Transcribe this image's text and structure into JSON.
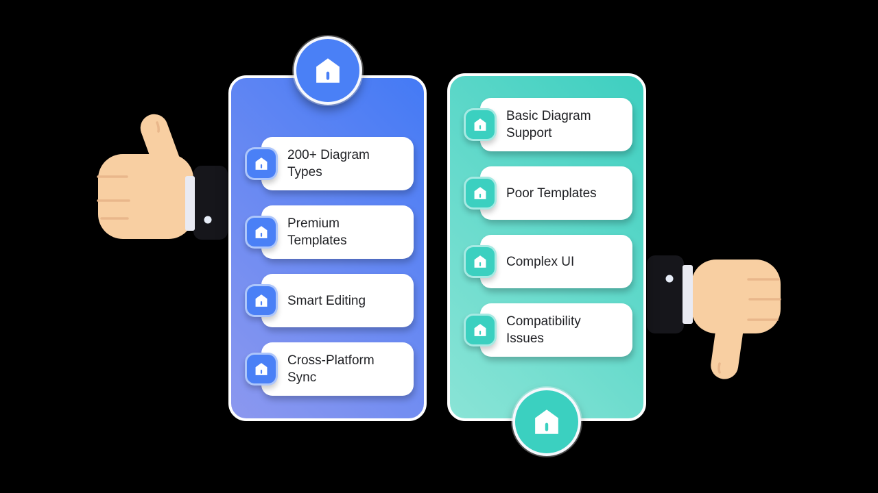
{
  "colors": {
    "background": "#000000",
    "blue_accent": "#4a80f6",
    "blue_gradient_start": "#447af5",
    "blue_gradient_end": "#8c98ef",
    "teal_accent": "#3bd0c0",
    "teal_gradient_start": "#3ecfc0",
    "teal_gradient_end": "#8ae4d6",
    "card_bg": "#ffffff",
    "text": "#1f2024",
    "skin": "#f8cfa2",
    "sleeve": "#16161b",
    "cuff": "#e9eaf2"
  },
  "illustrations": {
    "left": "thumbs-up",
    "right": "thumbs-down"
  },
  "left_panel": {
    "badge_icon": "home-icon",
    "badge_position": "top",
    "items": [
      {
        "icon": "home-icon",
        "label": "200+ Diagram Types"
      },
      {
        "icon": "home-icon",
        "label": "Premium Templates"
      },
      {
        "icon": "home-icon",
        "label": "Smart Editing"
      },
      {
        "icon": "home-icon",
        "label": "Cross-Platform Sync"
      }
    ]
  },
  "right_panel": {
    "badge_icon": "home-icon",
    "badge_position": "bottom",
    "items": [
      {
        "icon": "home-icon",
        "label": "Basic Diagram Support"
      },
      {
        "icon": "home-icon",
        "label": "Poor Templates"
      },
      {
        "icon": "home-icon",
        "label": "Complex UI"
      },
      {
        "icon": "home-icon",
        "label": "Compatibility Issues"
      }
    ]
  }
}
